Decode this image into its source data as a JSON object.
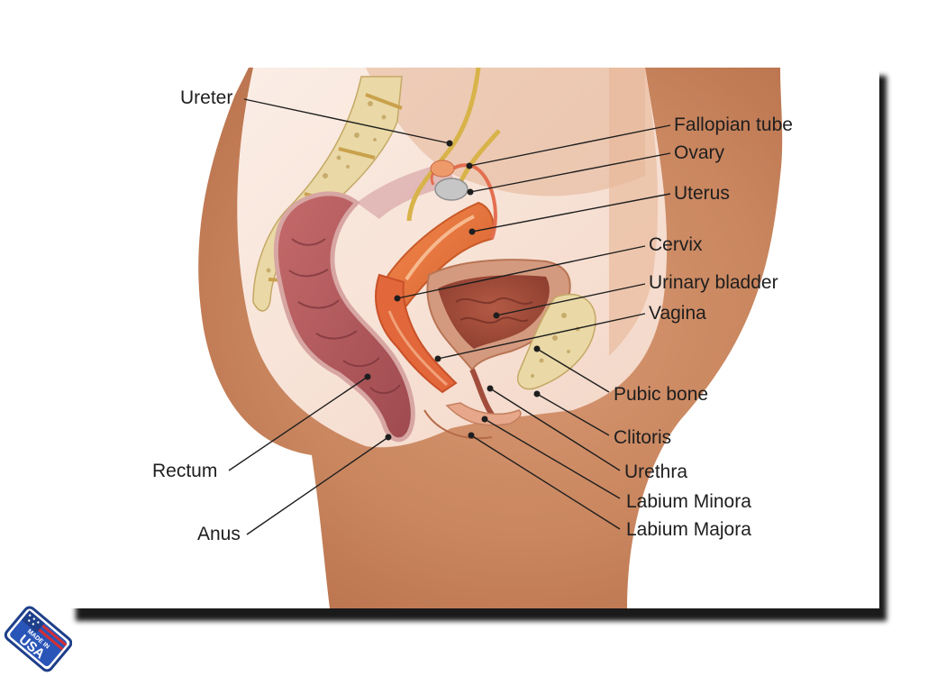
{
  "labels": {
    "ureter": "Ureter",
    "fallopian_tube": "Fallopian tube",
    "ovary": "Ovary",
    "uterus": "Uterus",
    "cervix": "Cervix",
    "urinary_bladder": "Urinary bladder",
    "vagina": "Vagina",
    "pubic_bone": "Pubic bone",
    "clitoris": "Clitoris",
    "urethra": "Urethra",
    "labium_minora": "Labium Minora",
    "labium_majora": "Labium Majora",
    "rectum": "Rectum",
    "anus": "Anus"
  },
  "badge": {
    "top_text": "MADE IN",
    "main_text": "USA"
  },
  "colors": {
    "skin_dark": "#c9865f",
    "skin_light": "#f6dfd2",
    "rectum": "#b05a5e",
    "uterus": "#e7743f",
    "bladder": "#a24d3b",
    "bone": "#ead9a6",
    "ureter": "#d8b34a",
    "ovary": "#b9b9b9"
  }
}
